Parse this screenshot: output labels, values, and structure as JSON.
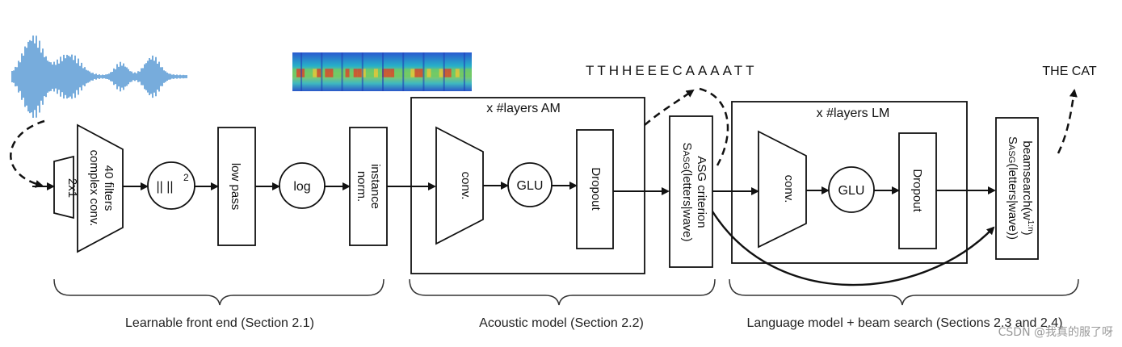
{
  "frontend": {
    "stride_label": "2x1",
    "conv_label_1": "40 filters",
    "conv_label_2": "complex conv.",
    "norm_op": "|| ||",
    "norm_exp": "2",
    "lowpass_label": "low pass",
    "log_label": "log",
    "instnorm_1": "instance",
    "instnorm_2": "norm."
  },
  "acoustic": {
    "title": "x #layers AM",
    "conv_label": "conv.",
    "glu_label": "GLU",
    "dropout_label": "Dropout"
  },
  "asg": {
    "line1": "ASG criterion",
    "line2_s": "S",
    "line2_sub": "ASG",
    "line2_rest": "(letters|wave)"
  },
  "letters_output": "TTHHEEECAAAATT",
  "language": {
    "title": "x #layers LM",
    "conv_label": "conv.",
    "glu_label": "GLU",
    "dropout_label": "Dropout"
  },
  "beam": {
    "line1_a": "beamsearch(w",
    "line1_sup": "1:n",
    "line1_b": ")",
    "line2_s": "S",
    "line2_sub": "ASG",
    "line2_rest": "(letters|wave))"
  },
  "final_output": "THE CAT",
  "sections": {
    "frontend": "Learnable front end (Section 2.1)",
    "acoustic": "Acoustic model (Section 2.2)",
    "language": "Language model + beam search (Sections 2.3 and 2.4)"
  },
  "watermark": "CSDN @我真的服了呀",
  "colors": {
    "waveform": "#4a90d0",
    "spectrogram_low": "#1f3fb8",
    "spectrogram_high": "#d9402a"
  }
}
